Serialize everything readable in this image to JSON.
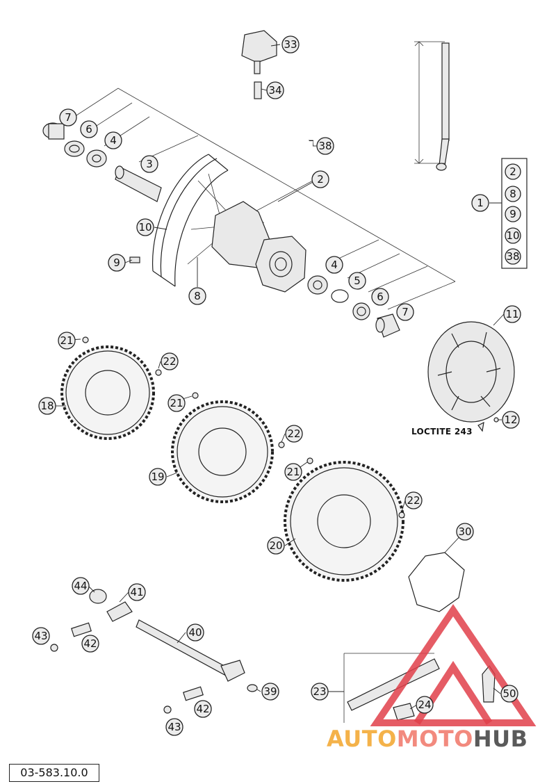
{
  "diagram_code": "03-583.10.0",
  "annotation": "LOCTITE 243",
  "watermark": {
    "auto": "AUTO",
    "moto": "MOTO",
    "hub": "HUB",
    "red": "#e0404a"
  },
  "callouts": {
    "c1": "1",
    "c2": "2",
    "c3": "3",
    "c4a": "4",
    "c4b": "4",
    "c5": "5",
    "c6a": "6",
    "c6b": "6",
    "c7a": "7",
    "c7b": "7",
    "c8": "8",
    "c9": "9",
    "c10": "10",
    "c11": "11",
    "c12": "12",
    "c18": "18",
    "c19": "19",
    "c20": "20",
    "c21a": "21",
    "c21b": "21",
    "c21c": "21",
    "c22a": "22",
    "c22b": "22",
    "c22c": "22",
    "c23": "23",
    "c24": "24",
    "c30": "30",
    "c33": "33",
    "c34": "34",
    "c38": "38",
    "c39": "39",
    "c40": "40",
    "c41": "41",
    "c42a": "42",
    "c42b": "42",
    "c43a": "43",
    "c43b": "43",
    "c44": "44",
    "c50": "50",
    "k2": "2",
    "k8": "8",
    "k9": "9",
    "k10": "10",
    "k38": "38"
  }
}
